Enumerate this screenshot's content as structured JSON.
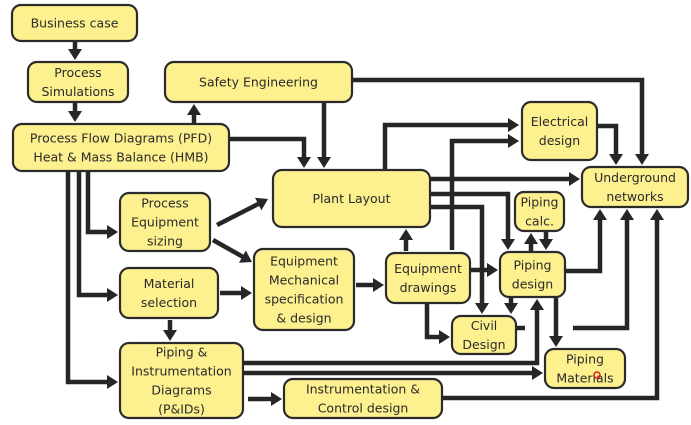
{
  "diagram": {
    "title": "Engineering design workflow",
    "colors": {
      "box_fill": "#fdf08f",
      "box_stroke": "#2b2b2b",
      "arrow": "#262626",
      "cursor_dot": "#e01b1b"
    },
    "nodes": {
      "business_case": [
        "Business case"
      ],
      "process_simulations": [
        "Process",
        "Simulations"
      ],
      "safety_engineering": [
        "Safety Engineering"
      ],
      "pfd_hmb": [
        "Process Flow Diagrams (PFD)",
        "Heat & Mass Balance (HMB)"
      ],
      "process_equipment_sizing": [
        "Process",
        "Equipment",
        "sizing"
      ],
      "plant_layout": [
        "Plant Layout"
      ],
      "electrical_design": [
        "Electrical",
        "design"
      ],
      "underground_networks": [
        "Underground",
        "networks"
      ],
      "equipment_mech_spec": [
        "Equipment",
        "Mechanical",
        "specification",
        "& design"
      ],
      "material_selection": [
        "Material",
        "selection"
      ],
      "equipment_drawings": [
        "Equipment",
        "drawings"
      ],
      "piping_calc": [
        "Piping",
        "calc."
      ],
      "piping_design": [
        "Piping",
        "design"
      ],
      "civil_design": [
        "Civil",
        "Design"
      ],
      "pid": [
        "Piping &",
        "Instrumentation",
        "Diagrams",
        "(P&IDs)"
      ],
      "piping_materials": [
        "Piping",
        "Materials"
      ],
      "instrumentation_control": [
        "Instrumentation &",
        "Control design"
      ]
    },
    "edges": [
      [
        "business_case",
        "process_simulations"
      ],
      [
        "process_simulations",
        "pfd_hmb"
      ],
      [
        "pfd_hmb",
        "safety_engineering"
      ],
      [
        "pfd_hmb",
        "plant_layout"
      ],
      [
        "safety_engineering",
        "plant_layout"
      ],
      [
        "safety_engineering",
        "underground_networks"
      ],
      [
        "pfd_hmb",
        "process_equipment_sizing"
      ],
      [
        "pfd_hmb",
        "material_selection"
      ],
      [
        "pfd_hmb",
        "pid"
      ],
      [
        "process_equipment_sizing",
        "plant_layout"
      ],
      [
        "process_equipment_sizing",
        "equipment_mech_spec"
      ],
      [
        "material_selection",
        "equipment_mech_spec"
      ],
      [
        "material_selection",
        "pid"
      ],
      [
        "equipment_mech_spec",
        "equipment_drawings"
      ],
      [
        "equipment_drawings",
        "plant_layout"
      ],
      [
        "equipment_drawings",
        "electrical_design"
      ],
      [
        "equipment_drawings",
        "piping_design"
      ],
      [
        "equipment_drawings",
        "civil_design"
      ],
      [
        "plant_layout",
        "electrical_design"
      ],
      [
        "plant_layout",
        "underground_networks"
      ],
      [
        "plant_layout",
        "piping_design"
      ],
      [
        "plant_layout",
        "civil_design"
      ],
      [
        "electrical_design",
        "underground_networks"
      ],
      [
        "piping_calc",
        "piping_design"
      ],
      [
        "piping_design",
        "piping_calc"
      ],
      [
        "piping_design",
        "underground_networks"
      ],
      [
        "piping_design",
        "civil_design"
      ],
      [
        "piping_design",
        "piping_materials"
      ],
      [
        "civil_design",
        "underground_networks"
      ],
      [
        "pid",
        "piping_design"
      ],
      [
        "pid",
        "piping_materials"
      ],
      [
        "pid",
        "instrumentation_control"
      ],
      [
        "instrumentation_control",
        "underground_networks"
      ]
    ]
  }
}
